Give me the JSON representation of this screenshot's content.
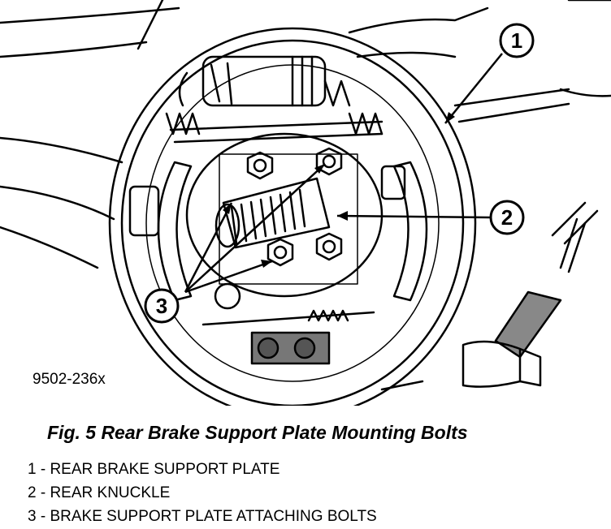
{
  "figure": {
    "code": "9502-236x",
    "caption": "Fig. 5 Rear Brake Support Plate Mounting Bolts",
    "callouts": [
      "1",
      "2",
      "3"
    ],
    "legend": [
      "1 - REAR BRAKE SUPPORT PLATE",
      "2 - REAR KNUCKLE",
      "3 - BRAKE SUPPORT PLATE ATTACHING BOLTS"
    ]
  }
}
